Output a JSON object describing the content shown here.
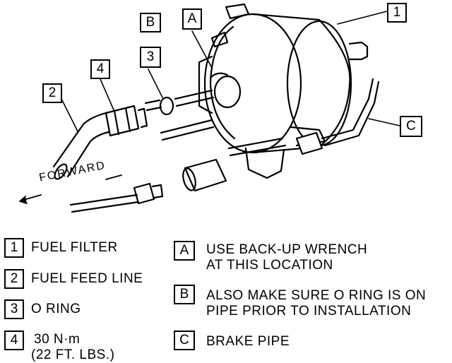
{
  "callouts": [
    {
      "id": "1",
      "caption": "FUEL FILTER"
    },
    {
      "id": "2",
      "caption": "FUEL FEED LINE"
    },
    {
      "id": "3",
      "caption": "O RING"
    },
    {
      "id": "4",
      "caption": "30 N·m",
      "caption2": "(22 FT. LBS.)"
    }
  ],
  "notes": [
    {
      "id": "A",
      "line1": "USE BACK-UP WRENCH",
      "line2": "AT THIS LOCATION"
    },
    {
      "id": "B",
      "line1": "ALSO MAKE SURE O RING IS ON",
      "line2": "PIPE PRIOR TO INSTALLATION"
    },
    {
      "id": "C",
      "line1": "BRAKE PIPE"
    }
  ],
  "direction_label": "FORWARD"
}
